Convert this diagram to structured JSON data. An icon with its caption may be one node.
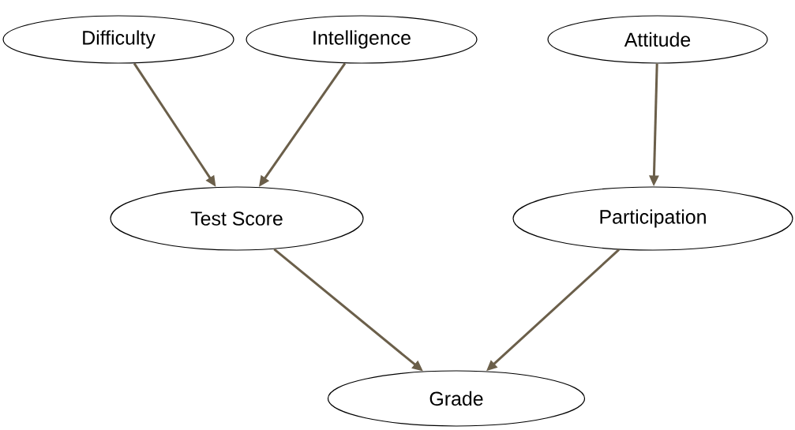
{
  "diagram": {
    "nodes": [
      {
        "text": [
          "Difficulty"
        ]
      },
      {
        "text": [
          "Intelligence"
        ]
      },
      {
        "text": [
          "Attitude"
        ]
      },
      {
        "text": [
          "Test Score"
        ]
      },
      {
        "text": [
          "Participation"
        ]
      },
      {
        "text": [
          "Grade"
        ]
      }
    ],
    "edges": [
      {
        "from": 0,
        "to": 3,
        "arrow": "to"
      },
      {
        "from": 1,
        "to": 3,
        "arrow": "to"
      },
      {
        "from": 2,
        "to": 4,
        "arrow": "to"
      },
      {
        "from": 3,
        "to": 5,
        "arrow": "to"
      },
      {
        "from": 4,
        "to": 5,
        "arrow": "to"
      }
    ]
  }
}
